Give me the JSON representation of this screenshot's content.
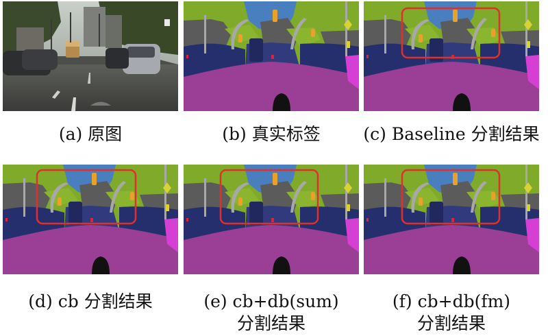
{
  "figure": {
    "panels": [
      {
        "id": "a",
        "kind": "photo",
        "caption": [
          "(a) 原图"
        ]
      },
      {
        "id": "b",
        "kind": "segmentation",
        "caption": [
          "(b) 真实标签"
        ],
        "highlight": false
      },
      {
        "id": "c",
        "kind": "segmentation",
        "caption": [
          "(c) Baseline 分割结果"
        ],
        "highlight": true
      },
      {
        "id": "d",
        "kind": "segmentation",
        "caption": [
          "(d) cb 分割结果"
        ],
        "highlight": true
      },
      {
        "id": "e",
        "kind": "segmentation",
        "caption": [
          "(e) cb+db(sum)",
          "分割结果"
        ],
        "highlight": true
      },
      {
        "id": "f",
        "kind": "segmentation",
        "caption": [
          "(f) cb+db(fm)",
          "分割结果"
        ],
        "highlight": true
      }
    ],
    "palette": {
      "sky": "#4a7fbf",
      "vegetation": "#7faa2a",
      "building": "#5b5b5b",
      "car": "#262f6e",
      "road": "#9b3e96",
      "sidewalk": "#d63fd4",
      "traffic_sign": "#e8a12a",
      "traffic_light": "#d8d235",
      "pole": "#a8a8a8",
      "person": "#d8253a",
      "ego": "#111111",
      "highlight_box": "#e0302c"
    }
  }
}
